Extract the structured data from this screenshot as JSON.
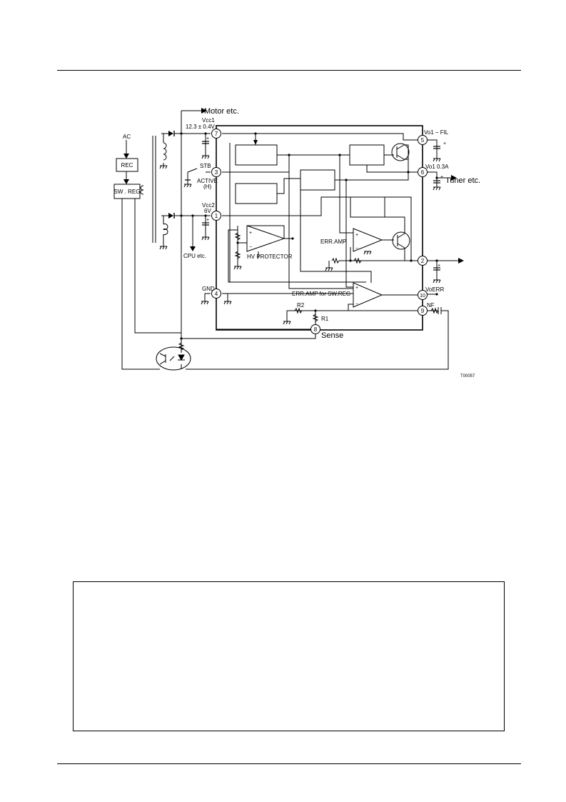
{
  "diagram": {
    "labels": {
      "motor": "Motor etc.",
      "ac": "AC",
      "rec": "REC",
      "swreg": "SW . REG",
      "vcc1_name": "Vcc1",
      "vcc1_value": "12.3 ± 0.4V",
      "stb": "STB",
      "active": "ACTIVE",
      "active_h": "(H)",
      "vcc2_name": "Vcc2",
      "vcc2_value": "6V",
      "cpu": "CPU etc.",
      "gnd": "GND",
      "vo1fil": "Vo1 – FIL",
      "vo1": "Vo1",
      "vo1_current": "0.3A",
      "tuner": "Tuner etc.",
      "hv_protector": "HV PROTECTOR",
      "err_amp": "ERR.AMP",
      "err_amp_swreg": "ERR.AMP for SW.REG",
      "voerr": "VoERR",
      "nf": "NF",
      "r1": "R1",
      "r2": "R2",
      "sense": "Sense",
      "code": "T00057"
    },
    "pins": [
      "7",
      "3",
      "1",
      "4",
      "5",
      "6",
      "2",
      "10",
      "9",
      "8"
    ]
  }
}
